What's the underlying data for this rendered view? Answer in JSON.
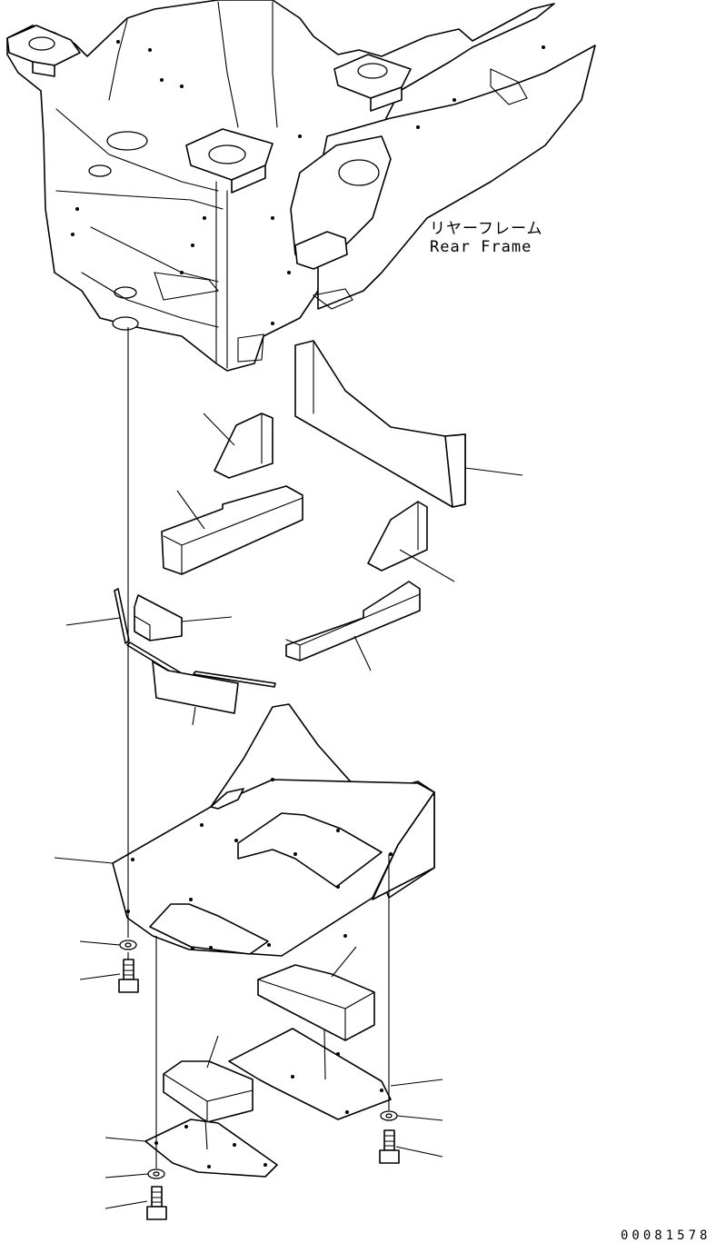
{
  "callout": {
    "line1": "リヤーフレーム",
    "line2": "Rear Frame"
  },
  "drawing_number": "00081578",
  "colors": {
    "line": "#000000",
    "paper": "#ffffff"
  }
}
